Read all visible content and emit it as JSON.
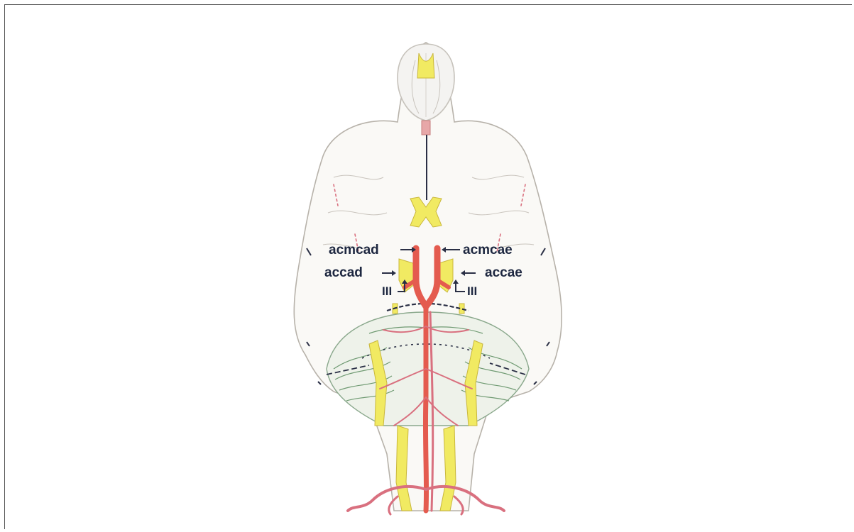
{
  "labels": {
    "acmcad": "acmcad",
    "acmcae": "acmcae",
    "accad": "accad",
    "accae": "accae",
    "nerve_left": "III",
    "nerve_right": "III"
  },
  "colors": {
    "outline": "#b7b2aa",
    "brain_fill": "#faf9f6",
    "artery": "#e45b4f",
    "artery_light": "#d9707f",
    "nerve_yellow": "#f1ea62",
    "cerebellum_green": "#6f9a72",
    "dark": "#2a2f45"
  }
}
